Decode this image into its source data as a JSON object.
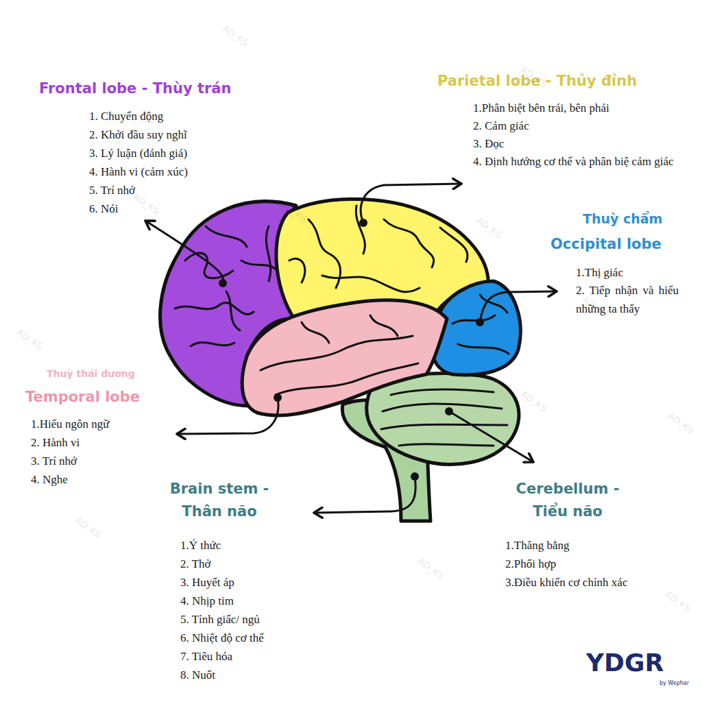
{
  "diagram": {
    "labels": [
      "Frontal lobe - Thùy trán",
      "1. Chuyển động",
      "2. Khởi đầu suy nghĩ",
      "3. Lý luận (đánh giá)",
      "4. Hành vi (cảm xúc)",
      "5. Trí nhớ",
      "6. Nói",
      "Parietal lobe - Thủy đỉnh",
      "1.Phân biệt bên trái, bên phải",
      "2. Cảm giác",
      "3. Đọc",
      "4. Định hướng cơ thể và phân biệ cảm giác",
      "Thuỳ chẩm",
      "Occipital lobe",
      "1.Thị giác",
      "2. Tiếp nhận và hiểu những ta thấy",
      "Thuỳ thái dương",
      "Temporal lobe",
      "1.Hiểu ngôn ngữ",
      "2. Hành vi",
      "3. Trí nhớ",
      "4. Nghe",
      "Brain stem - Thân não",
      "1.Ý thức",
      "2. Thở",
      "3. Huyết áp",
      "4. Nhịp tim",
      "5. Tỉnh giấc/ ngủ",
      "6. Nhiệt độ cơ thể",
      "7. Tiêu hóa",
      "8. Nuốt",
      "Cerebellum - Tiểu não",
      "1.Thăng bằng",
      "2.Phối hợp",
      "3.Điều khiển cơ chính xác",
      "YDGR",
      "by Wephar",
      "AD_KS",
      "AD_KS",
      "AD_KS",
      "AD_KS",
      "AD_KS",
      "AD_KS",
      "AD_KS",
      "AD_KS",
      "AD_KS",
      "AD_KS",
      "AD_KS",
      "AD_KS"
    ]
  }
}
